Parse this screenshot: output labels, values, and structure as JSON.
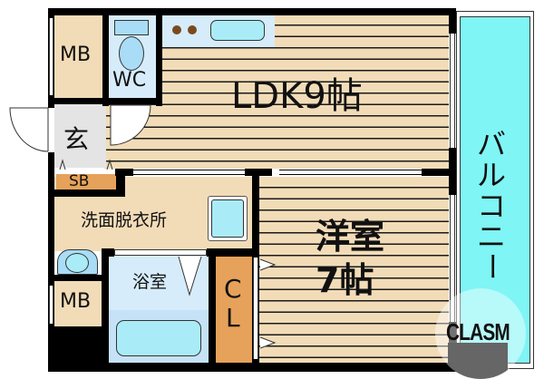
{
  "floor_plan": {
    "rooms": {
      "ldk": {
        "label": "LDK9帖"
      },
      "western_room": {
        "label_line1": "洋室",
        "label_line2": "7帖"
      },
      "balcony": {
        "label": "バルコニー",
        "chars": [
          "バ",
          "ル",
          "コ",
          "ニ",
          "ー"
        ]
      },
      "wc": {
        "label": "WC"
      },
      "mb_top": {
        "label": "MB"
      },
      "mb_bottom": {
        "label": "MB"
      },
      "entrance": {
        "label": "玄"
      },
      "shoe_box": {
        "label": "SB"
      },
      "washroom": {
        "label": "洗面脱衣所"
      },
      "bathroom": {
        "label": "浴室"
      },
      "closet": {
        "label_line1": "C",
        "label_line2": "L"
      }
    },
    "watermark": {
      "text": "CLASM"
    },
    "colors": {
      "wall": "#000000",
      "flooring": "#f2dcb8",
      "balcony": "#7ff5f5",
      "wet_area": "#d6ecfb",
      "storage": "#e6a25a",
      "entrance": "#e4e4e4",
      "fixture": "#a9ecf8"
    }
  }
}
